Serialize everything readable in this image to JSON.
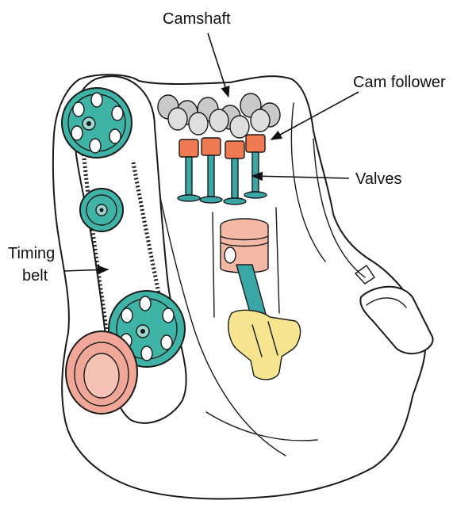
{
  "labels": {
    "camshaft": "Camshaft",
    "cam_follower": "Cam follower",
    "valves": "Valves",
    "timing_line1": "Timing",
    "timing_line2": "belt"
  },
  "colors": {
    "sprocket": "#3fb3a6",
    "pulley": "#f1a797",
    "follower": "#f07a52",
    "piston": "#f3b9a4",
    "crank": "#f6e58e",
    "cam": "#c9c9c9",
    "valve": "#3aa6a6"
  }
}
